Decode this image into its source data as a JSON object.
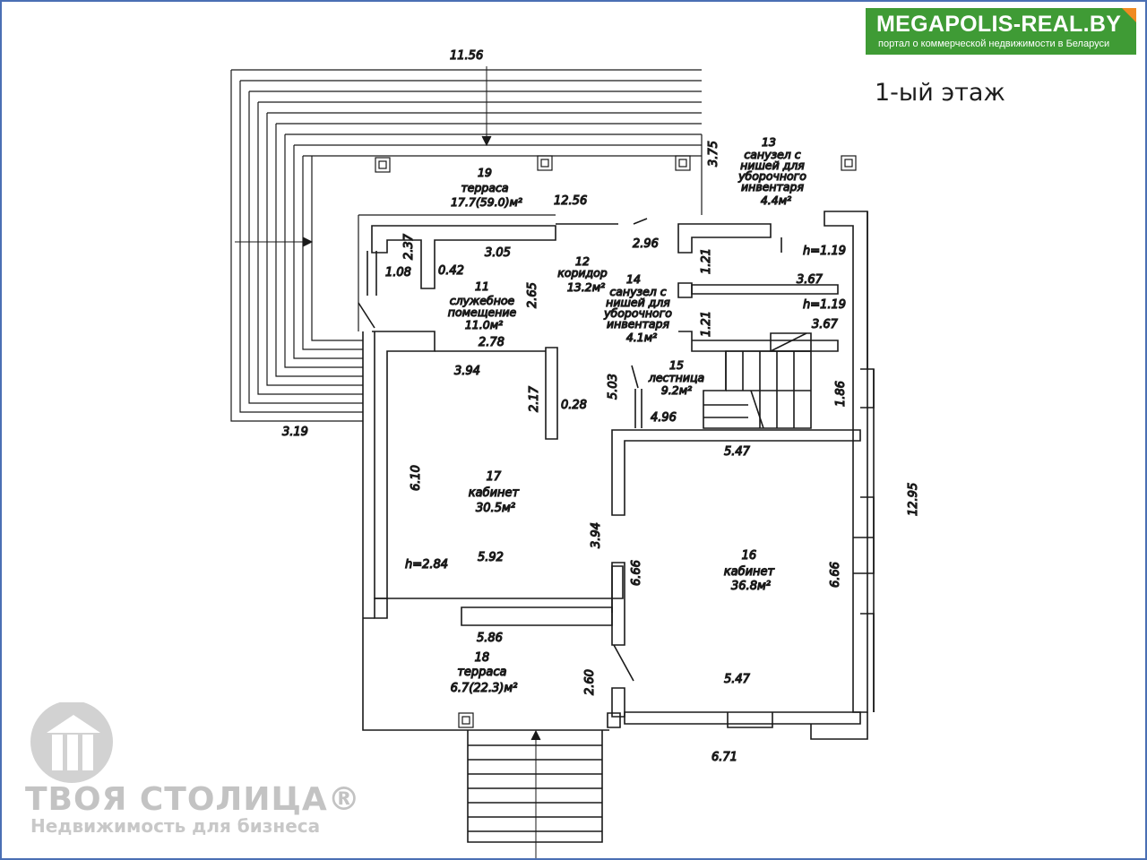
{
  "header": {
    "brand": "MEGAPOLIS-REAL.BY",
    "tagline": "портал о коммерческой недвижимости в Беларуси",
    "floor_title": "1-ый этаж",
    "brand_color": "#3f9b35",
    "corner_color": "#f08a22"
  },
  "watermark": {
    "name": "ТВОЯ СТОЛИЦА®",
    "subtitle": "Недвижимость для бизнеса"
  },
  "rooms": [
    {
      "id": "r19",
      "lines": [
        "19",
        "терраса",
        "17.7(59.0)м²"
      ]
    },
    {
      "id": "r13",
      "lines": [
        "13",
        "санузел с",
        "нишей для",
        "уборочного",
        "инвентаря",
        "4.4м²"
      ]
    },
    {
      "id": "r12",
      "lines": [
        "12",
        "коридор",
        "13.2м²"
      ]
    },
    {
      "id": "r14",
      "lines": [
        "14",
        "санузел с",
        "нишей для",
        "уборочного",
        "инвентаря",
        "4.1м²"
      ]
    },
    {
      "id": "r11",
      "lines": [
        "11",
        "служебное",
        "помещение",
        "11.0м²"
      ]
    },
    {
      "id": "r15",
      "lines": [
        "15",
        "лестница",
        "9.2м²"
      ]
    },
    {
      "id": "r17",
      "lines": [
        "17",
        "кабинет",
        "30.5м²"
      ]
    },
    {
      "id": "r16",
      "lines": [
        "16",
        "кабинет",
        "36.8м²"
      ]
    },
    {
      "id": "r18",
      "lines": [
        "18",
        "терраса",
        "6.7(22.3)м²"
      ]
    }
  ],
  "dimensions": [
    "11.56",
    "12.56",
    "3.75",
    "3.05",
    "2.37",
    "1.08",
    "0.42",
    "2.65",
    "2.96",
    "1.21",
    "3.67",
    "h=1.19",
    "1.21",
    "3.67",
    "h=1.19",
    "2.78",
    "3.94",
    "2.17",
    "0.28",
    "5.03",
    "4.96",
    "1.86",
    "5.47",
    "3.19",
    "6.10",
    "h=2.84",
    "5.92",
    "3.94",
    "6.66",
    "6.66",
    "12.95",
    "5.86",
    "2.60",
    "5.47",
    "6.71"
  ]
}
